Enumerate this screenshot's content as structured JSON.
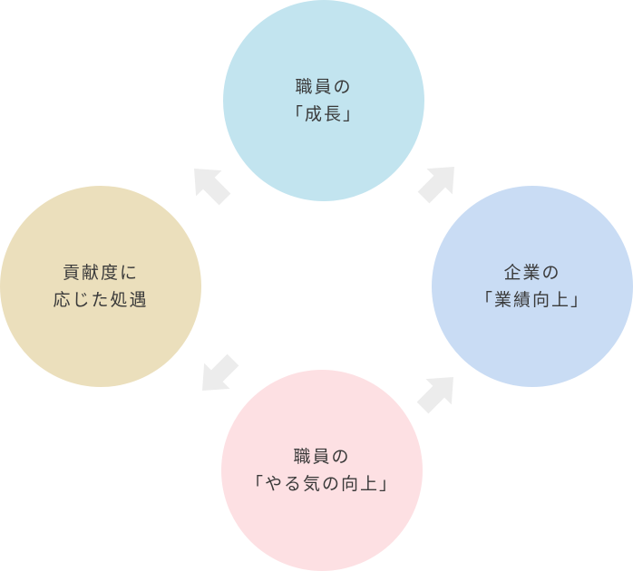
{
  "colors": {
    "top": "#c2e4ef",
    "right": "#c9dcf4",
    "bottom": "#fde0e3",
    "left": "#ebdfbc",
    "arrow": "#ececec"
  },
  "nodes": {
    "top": {
      "line1": "職員の",
      "line2": "「成長」"
    },
    "right": {
      "line1": "企業の",
      "line2": "「業績向上」"
    },
    "bottom": {
      "line1": "職員の",
      "line2": "「やる気の向上」"
    },
    "left": {
      "line1": "貢献度に",
      "line2": "応じた処遇"
    }
  }
}
